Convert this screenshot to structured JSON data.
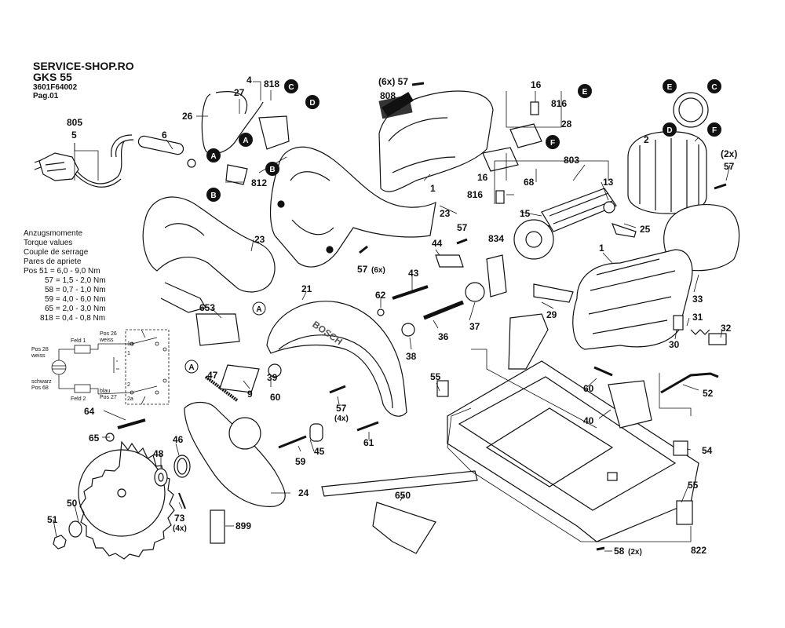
{
  "header": {
    "shop": "SERVICE-SHOP.RO",
    "model": "GKS 55",
    "code": "3601F64002",
    "page": "Pag.01"
  },
  "torque": {
    "lines": [
      "Anzugsmomente",
      "Torque values",
      "Couple de serrage",
      "Pares de apriete"
    ],
    "values": [
      "Pos  51 = 6,0 - 9,0 Nm",
      "57 = 1,5 - 2,0 Nm",
      "58 = 0,7 - 1,0 Nm",
      "59 = 4,0 - 6,0 Nm",
      "65 = 2,0 - 3,0 Nm",
      "818 = 0,4 - 0,8 Nm"
    ]
  },
  "wiring": {
    "pos28": "Pos 28",
    "weiss_l": "weiss",
    "feld1": "Feld 1",
    "pos26": "Pos 26",
    "weiss_r": "weiss",
    "schwarz": "schwarz",
    "pos68": "Pos 68",
    "feld2": "Feld 2",
    "blau": "blau",
    "pos27": "Pos 27",
    "c1a": "1a",
    "c1": "1",
    "c2": "2",
    "c2a": "2a"
  },
  "connectors": [
    "A",
    "B",
    "C",
    "D",
    "E",
    "F"
  ],
  "brand_text": "BOSCH",
  "parts": {
    "p805": "805",
    "p5": "5",
    "p6": "6",
    "p26": "26",
    "p27": "27",
    "p4": "4",
    "p818": "818",
    "p812": "812",
    "p6x57": "(6x) 57",
    "p808": "808",
    "p1": "1",
    "p16a": "16",
    "p816a": "816",
    "p28": "28",
    "p16b": "16",
    "p816b": "816",
    "p68": "68",
    "p803": "803",
    "p2": "2",
    "p2x57": "(2x)",
    "p57a": "57",
    "p13": "13",
    "p15": "15",
    "p25": "25",
    "p834": "834",
    "p23a": "23",
    "p23b": "23",
    "p57_6x": "57",
    "p57_6x_n": "(6x)",
    "p57b": "57",
    "p44": "44",
    "p43": "43",
    "p62": "62",
    "p21": "21",
    "p653": "653",
    "p1b": "1",
    "p33": "33",
    "p29": "29",
    "p31": "31",
    "p32": "32",
    "p30": "30",
    "p37": "37",
    "p36": "36",
    "p38": "38",
    "p39": "39",
    "p9": "9",
    "p60a": "60",
    "p47": "47",
    "p60b": "60",
    "p52": "52",
    "p40": "40",
    "p55a": "55",
    "p57c": "57",
    "p57c_n": "(4x)",
    "p54": "54",
    "p64": "64",
    "p65": "65",
    "p46": "46",
    "p45": "45",
    "p59": "59",
    "p61": "61",
    "p48": "48",
    "p24": "24",
    "p55b": "55",
    "p50": "50",
    "p73": "73",
    "p73_n": "(4x)",
    "p650": "650",
    "p899": "899",
    "p51": "51",
    "p822": "822",
    "p58": "58",
    "p58_n": "(2x)"
  }
}
